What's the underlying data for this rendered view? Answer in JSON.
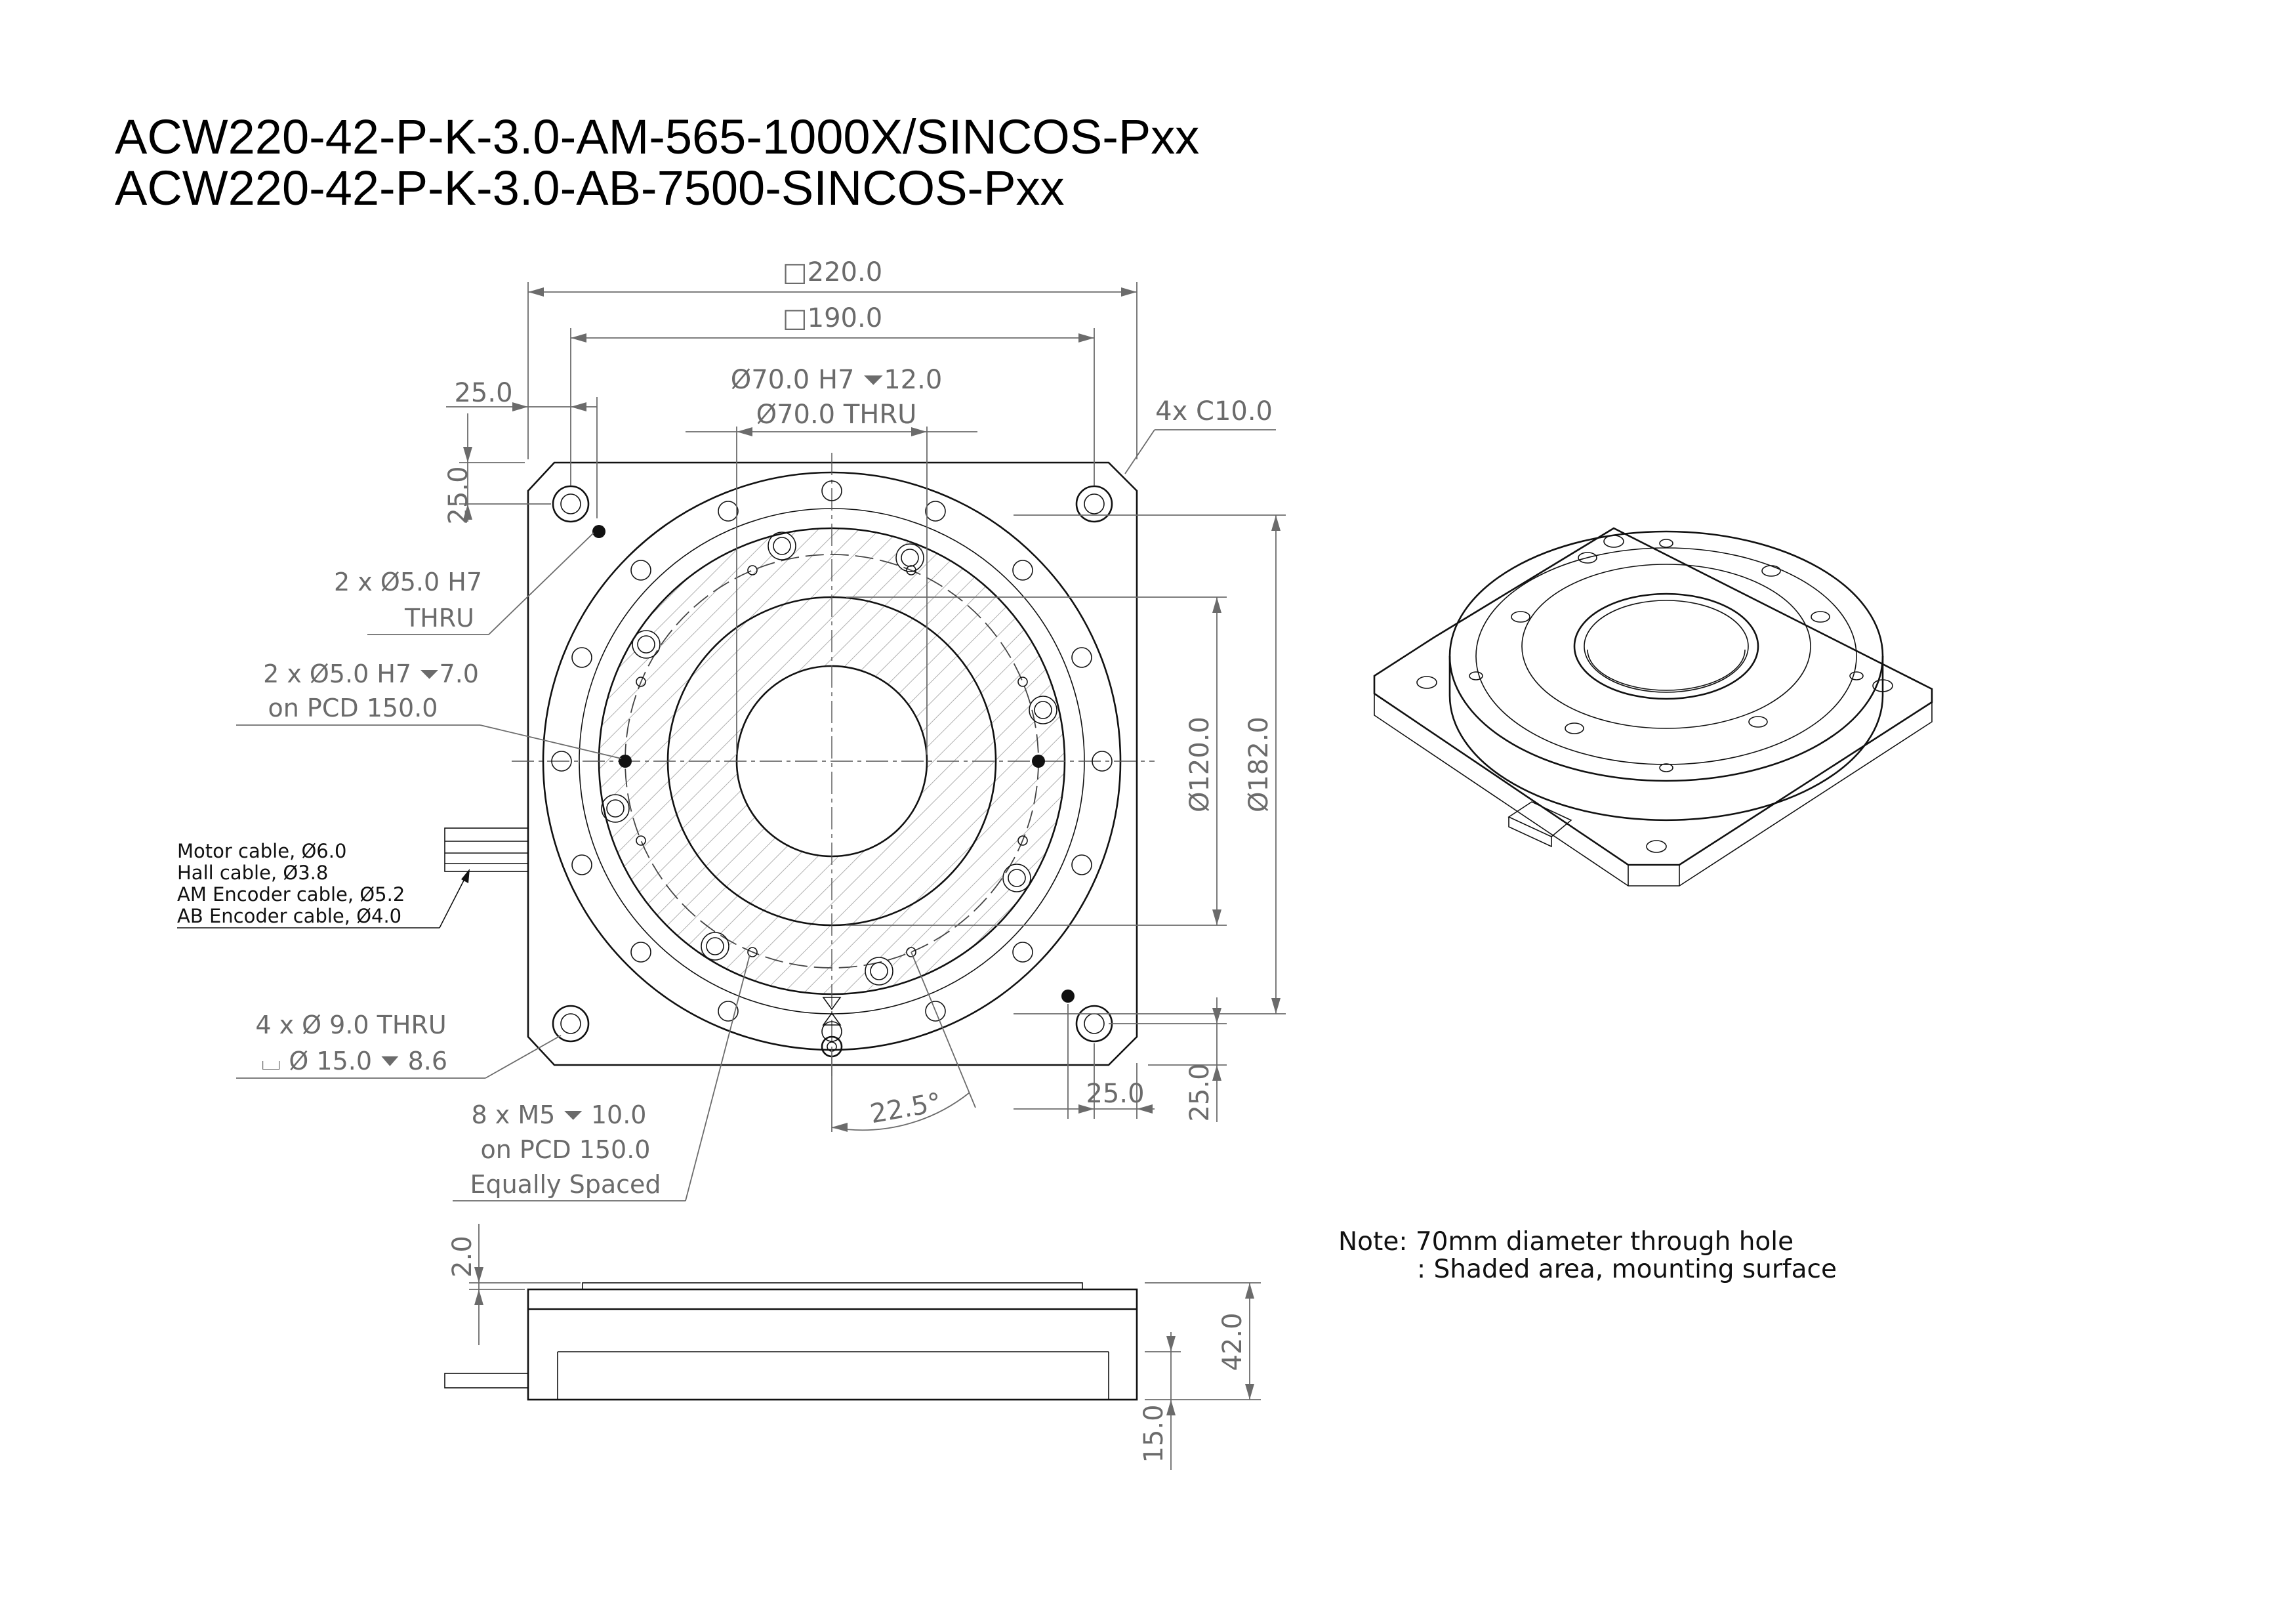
{
  "title": {
    "line1": "ACW220-42-P-K-3.0-AM-565-1000X/SINCOS-Pxx",
    "line2": "ACW220-42-P-K-3.0-AB-7500-SINCOS-Pxx"
  },
  "dimensions": {
    "outer_square": "□220.0",
    "bolt_square": "□190.0",
    "bore_h7": "Ø70.0 H7 ⏷12.0",
    "bore_thru": "Ø70.0 THRU",
    "chamfer": "4x C10.0",
    "offset_x_top": "25.0",
    "offset_y_top": "25.0",
    "offset_x_bottom": "25.0",
    "offset_y_bottom": "25.0",
    "dia_120": "Ø120.0",
    "dia_182": "Ø182.0",
    "angle": "22.5°",
    "side_step": "2.0",
    "side_height": "42.0",
    "side_base": "15.0"
  },
  "callouts": {
    "pin_thru_line1": "2 x Ø5.0 H7",
    "pin_thru_line2": "THRU",
    "pin_blind_line1": "2 x Ø5.0 H7 ⏷7.0",
    "pin_blind_line2": "on PCD 150.0",
    "mount_line1": "4 x Ø 9.0 THRU",
    "mount_line2": "⌴ Ø 15.0 ⏷ 8.6",
    "tapped_line1": "8 x M5 ⏷ 10.0",
    "tapped_line2": "on PCD 150.0",
    "tapped_line3": "Equally Spaced"
  },
  "cables": [
    "Motor cable, Ø6.0",
    "Hall cable, Ø3.8",
    "AM Encoder cable, Ø5.2",
    "AB Encoder cable,  Ø4.0"
  ],
  "notes": {
    "line1": "Note: 70mm diameter through hole",
    "line2": ": Shaded area, mounting surface"
  }
}
